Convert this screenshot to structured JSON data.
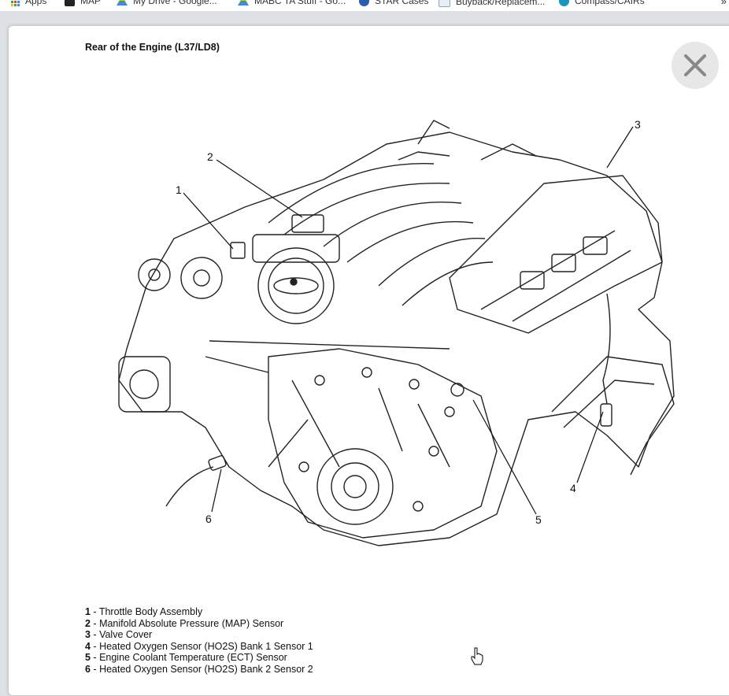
{
  "bookmarks": [
    {
      "label": "Apps",
      "icon": "apps-grid-icon"
    },
    {
      "label": "MAP",
      "icon": "map-bookmark-icon"
    },
    {
      "label": "My Drive - Google...",
      "icon": "google-drive-icon"
    },
    {
      "label": "MABC TA Stuff - Go...",
      "icon": "google-drive-icon"
    },
    {
      "label": "STAR Cases",
      "icon": "star-cases-icon"
    },
    {
      "label": "Buyback/Replacem...",
      "icon": "bookmark-page-icon"
    },
    {
      "label": "Compass/CAIRs",
      "icon": "salesforce-cloud-icon"
    }
  ],
  "bookmarks_more": "»",
  "modal": {
    "title": "Rear of the Engine (L37/LD8)",
    "close_icon": "close-icon"
  },
  "diagram": {
    "callouts": [
      "1",
      "2",
      "3",
      "4",
      "5",
      "6"
    ]
  },
  "legend": [
    {
      "num": "1",
      "sep": " - ",
      "text": "Throttle Body Assembly"
    },
    {
      "num": "2",
      "sep": " - ",
      "text": "Manifold Absolute Pressure (MAP) Sensor"
    },
    {
      "num": "3",
      "sep": " - ",
      "text": "Valve Cover"
    },
    {
      "num": "4",
      "sep": " - ",
      "text": "Heated Oxygen Sensor (HO2S) Bank 1 Sensor 1"
    },
    {
      "num": "5",
      "sep": " - ",
      "text": "Engine Coolant Temperature (ECT) Sensor"
    },
    {
      "num": "6",
      "sep": " - ",
      "text": "Heated Oxygen Sensor (HO2S) Bank 2 Sensor 2"
    }
  ],
  "colors": {
    "drive_yellow": "#fbbc04",
    "drive_green": "#34a853",
    "drive_blue": "#4285f4",
    "salesforce_blue": "#1798c1"
  }
}
